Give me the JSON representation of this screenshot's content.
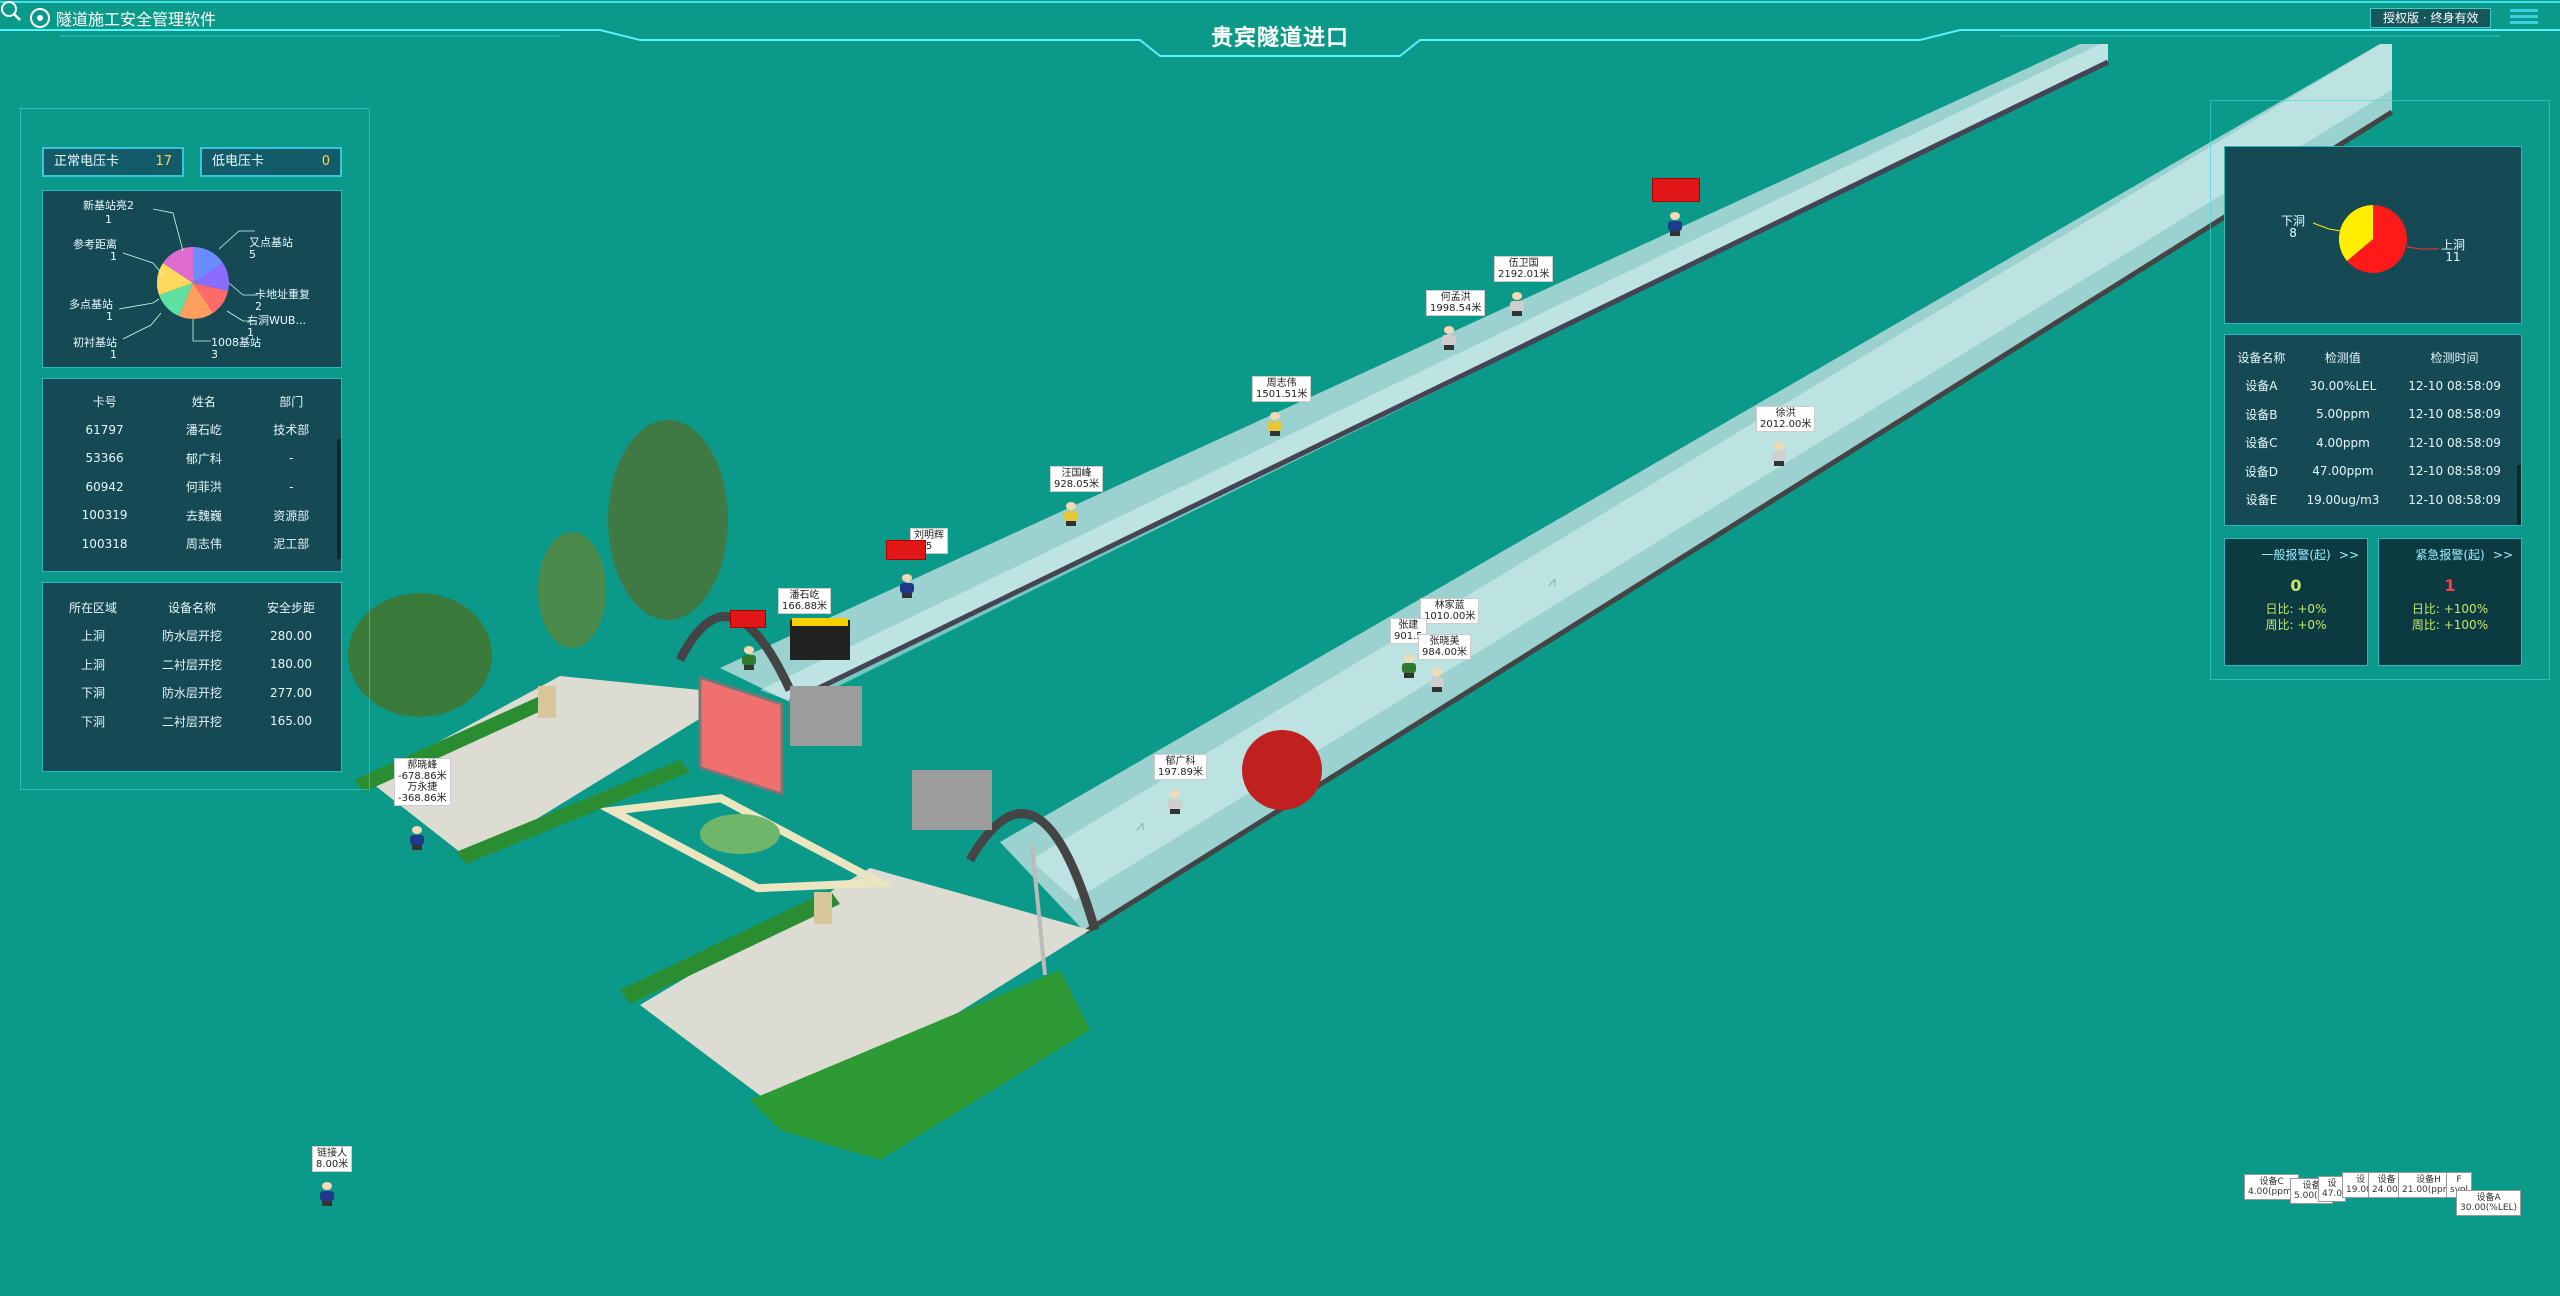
{
  "app": {
    "title": "隧道施工安全管理软件",
    "page_title": "贵宾隧道进口",
    "license": "授权版 · 终身有效"
  },
  "cards": {
    "normal": {
      "label": "正常电压卡",
      "value": "17"
    },
    "low": {
      "label": "低电压卡",
      "value": "0"
    }
  },
  "pie_labels": [
    {
      "name": "新基站亮2",
      "value": "1"
    },
    {
      "name": "又点基站",
      "value": "5"
    },
    {
      "name": "参考距离",
      "value": "1"
    },
    {
      "name": "卡地址重复",
      "value": "2"
    },
    {
      "name": "多点基站",
      "value": "1"
    },
    {
      "name": "右洞WUB...",
      "value": "1"
    },
    {
      "name": "初衬基站",
      "value": "1"
    },
    {
      "name": "1008基站",
      "value": "3"
    }
  ],
  "personnel": {
    "headers": [
      "卡号",
      "姓名",
      "部门"
    ],
    "rows": [
      [
        "61797",
        "潘石屹",
        "技术部"
      ],
      [
        "53366",
        "郁广科",
        "-"
      ],
      [
        "60942",
        "何菲洪",
        "-"
      ],
      [
        "100319",
        "去魏巍",
        "资源部"
      ],
      [
        "100318",
        "周志伟",
        "泥工部"
      ]
    ]
  },
  "safety": {
    "headers": [
      "所在区域",
      "设备名称",
      "安全步距"
    ],
    "rows": [
      [
        "上洞",
        "防水层开挖",
        "280.00"
      ],
      [
        "上洞",
        "二衬层开挖",
        "180.00"
      ],
      [
        "下洞",
        "防水层开挖",
        "277.00"
      ],
      [
        "下洞",
        "二衬层开挖",
        "165.00"
      ]
    ]
  },
  "tunnel_pie": {
    "down": {
      "name": "下洞",
      "value": "8"
    },
    "up": {
      "name": "上洞",
      "value": "11"
    },
    "colors": {
      "down": "#ffee00",
      "up": "#ff1a1a"
    }
  },
  "devices": {
    "headers": [
      "设备名称",
      "检测值",
      "检测时间"
    ],
    "rows": [
      [
        "设备A",
        "30.00%LEL",
        "12-10 08:58:09"
      ],
      [
        "设备B",
        "5.00ppm",
        "12-10 08:58:09"
      ],
      [
        "设备C",
        "4.00ppm",
        "12-10 08:58:09"
      ],
      [
        "设备D",
        "47.00ppm",
        "12-10 08:58:09"
      ],
      [
        "设备E",
        "19.00ug/m3",
        "12-10 08:58:09"
      ]
    ]
  },
  "alarms": {
    "general": {
      "title": "一般报警(起)",
      "more": ">>",
      "count": "0",
      "day": "日比: +0%",
      "week": "周比: +0%"
    },
    "urgent": {
      "title": "紧急报警(起)",
      "more": ">>",
      "count": "1",
      "day": "日比: +100%",
      "week": "周比: +100%"
    }
  },
  "workers": [
    {
      "name": "伍卫国",
      "dist": "2192.01米"
    },
    {
      "name": "何孟洪",
      "dist": "1998.54米"
    },
    {
      "name": "周志伟",
      "dist": "1501.51米"
    },
    {
      "name": "汪国峰",
      "dist": "928.05米"
    },
    {
      "name": "刘明辉",
      "dist": "5"
    },
    {
      "name": "潘石屹",
      "dist": "166.88米"
    },
    {
      "name": "徐洪",
      "dist": "2012.00米"
    },
    {
      "name": "林家蓝",
      "dist": "1010.00米"
    },
    {
      "name": "张建",
      "dist": "901.5"
    },
    {
      "name": "张晓美",
      "dist": "984.00米"
    },
    {
      "name": "郁广科",
      "dist": "197.89米"
    },
    {
      "name": "郝晓峰",
      "dist": "-678.86米"
    },
    {
      "name": "万永捷",
      "dist": "-368.86米"
    },
    {
      "name": "链接人",
      "dist": "8.00米"
    }
  ],
  "mini_devices": [
    {
      "name": "设备C",
      "val": "4.00(ppm)"
    },
    {
      "name": "设备",
      "val": "5.00(pp"
    },
    {
      "name": "设",
      "val": "47.0"
    },
    {
      "name": "设",
      "val": "19.00("
    },
    {
      "name": "设备",
      "val": "24.00("
    },
    {
      "name": "设备H",
      "val": "21.00(ppm)"
    },
    {
      "name": "F",
      "val": "svol"
    },
    {
      "name": "设备A",
      "val": "30.00(%LEL)"
    }
  ]
}
